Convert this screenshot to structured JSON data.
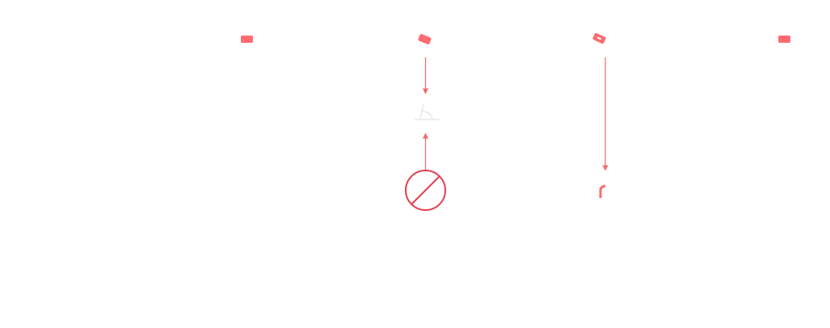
{
  "colors": {
    "marker": "#ff6b70",
    "arrow": "#f06a6e",
    "prohibited": "#e0404f",
    "angle_symbol": "#e8e8e8"
  },
  "icons": [
    "rectangle-marker",
    "tilted-rectangle-marker",
    "tilted-rectangle-marker-with-hole",
    "rectangle-marker",
    "angle-icon",
    "prohibited-icon",
    "hook-icon"
  ]
}
